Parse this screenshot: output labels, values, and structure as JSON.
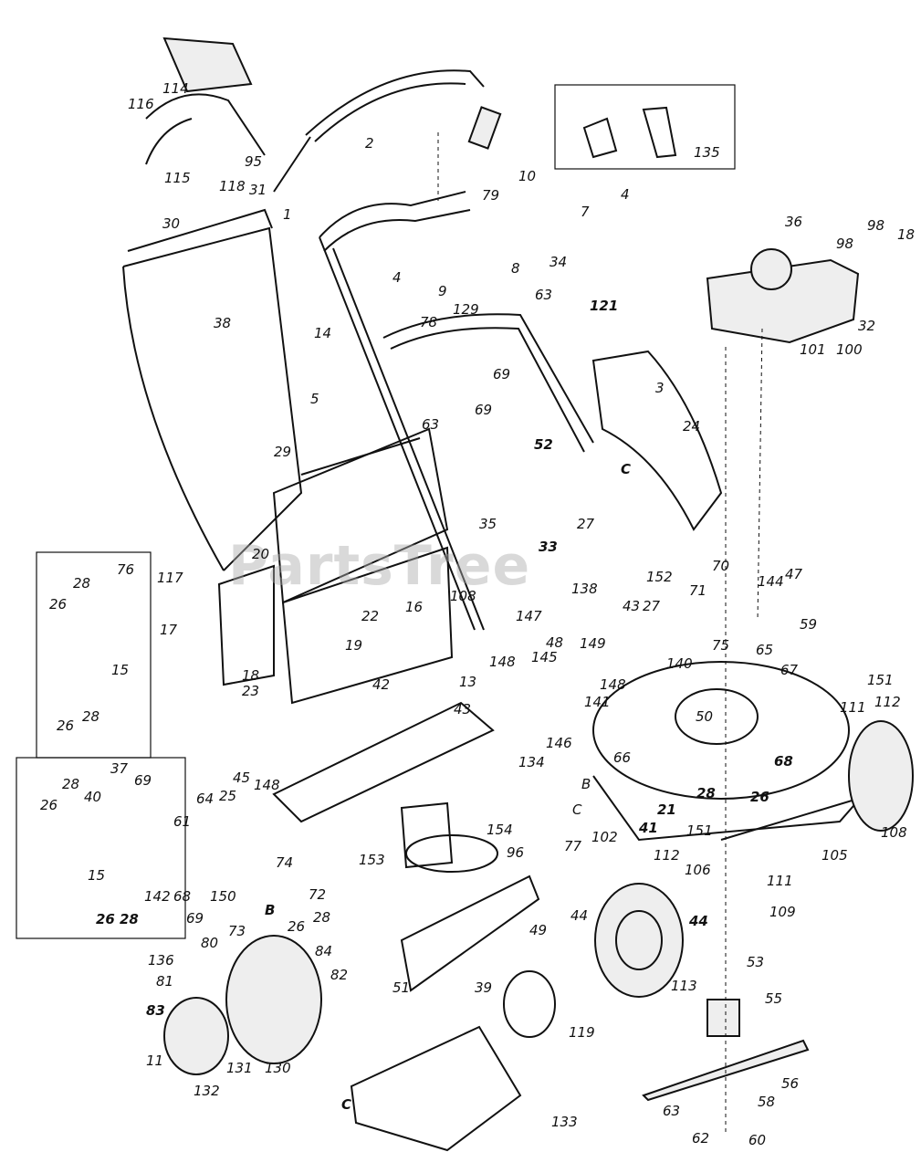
{
  "watermark": "PartsTree",
  "callouts": {
    "c2": "2",
    "c114": "114",
    "c116": "116",
    "c115": "115",
    "c95": "95",
    "c118": "118",
    "c31": "31",
    "c10": "10",
    "c4a": "4",
    "c7": "7",
    "c34": "34",
    "c8": "8",
    "c79": "79",
    "c4b": "4",
    "c9": "9",
    "c129": "129",
    "c1": "1",
    "c30": "30",
    "c14": "14",
    "c38": "38",
    "c78": "78",
    "c63a": "63",
    "c121": "121",
    "c69a": "69",
    "c5": "5",
    "c63b": "63",
    "c69b": "69",
    "c52": "52",
    "c3": "3",
    "c29": "29",
    "c35": "35",
    "c33": "33",
    "c27a": "27",
    "cC1": "C",
    "c135": "135",
    "c36": "36",
    "c98a": "98",
    "c98b": "98",
    "c18a": "18",
    "c32": "32",
    "c101": "101",
    "c100": "100",
    "c24": "24",
    "c117": "117",
    "c20": "20",
    "c22": "22",
    "c16": "16",
    "c108a": "108",
    "c19": "19",
    "c17": "17",
    "c18b": "18",
    "c23": "23",
    "c76": "76",
    "c28a": "28",
    "c26a": "26",
    "c15a": "15",
    "c26b": "26",
    "c28b": "28",
    "c70": "70",
    "c71": "71",
    "c152": "152",
    "c43a": "43",
    "c27b": "27",
    "c138": "138",
    "c147": "147",
    "c48": "48",
    "c149": "149",
    "c145": "145",
    "c148a": "148",
    "c13": "13",
    "c148b": "148",
    "c43b": "43",
    "c141": "141",
    "c146": "146",
    "c134": "134",
    "c140": "140",
    "c75": "75",
    "c65": "65",
    "c144": "144",
    "c47": "47",
    "c59": "59",
    "c67": "67",
    "c50": "50",
    "c68a": "68",
    "c151a": "151",
    "c111a": "111",
    "c112a": "112",
    "c66": "66",
    "c28c": "28",
    "c26c": "26",
    "cB1": "B",
    "cC2": "C",
    "c77": "77",
    "c102": "102",
    "c21": "21",
    "c41": "41",
    "c151b": "151",
    "c108b": "108",
    "c105": "105",
    "c112b": "112",
    "c111b": "111",
    "c106": "106",
    "c109": "109",
    "c42": "42",
    "c154": "154",
    "c153": "153",
    "c96": "96",
    "c37": "37",
    "c69c": "69",
    "c28d": "28",
    "c40": "40",
    "c26d": "26",
    "c15b": "15",
    "c26e": "26",
    "c28e": "28",
    "c142": "142",
    "c45": "45",
    "c148c": "148",
    "c64": "64",
    "c25": "25",
    "c61": "61",
    "c68b": "68",
    "c150": "150",
    "c74": "74",
    "c72": "72",
    "c69d": "69",
    "c73": "73",
    "cB2": "B",
    "c28f": "28",
    "c26f": "26",
    "c80": "80",
    "c84": "84",
    "c136": "136",
    "c81": "81",
    "c82": "82",
    "c83": "83",
    "c11": "11",
    "c131": "131",
    "c130": "130",
    "c132": "132",
    "c49": "49",
    "c44a": "44",
    "c44b": "44",
    "c113": "113",
    "c119": "119",
    "c51": "51",
    "c39": "39",
    "c53": "53",
    "c55": "55",
    "c56": "56",
    "c63c": "63",
    "c58": "58",
    "c62": "62",
    "c60": "60",
    "cC3": "C",
    "c133": "133"
  }
}
